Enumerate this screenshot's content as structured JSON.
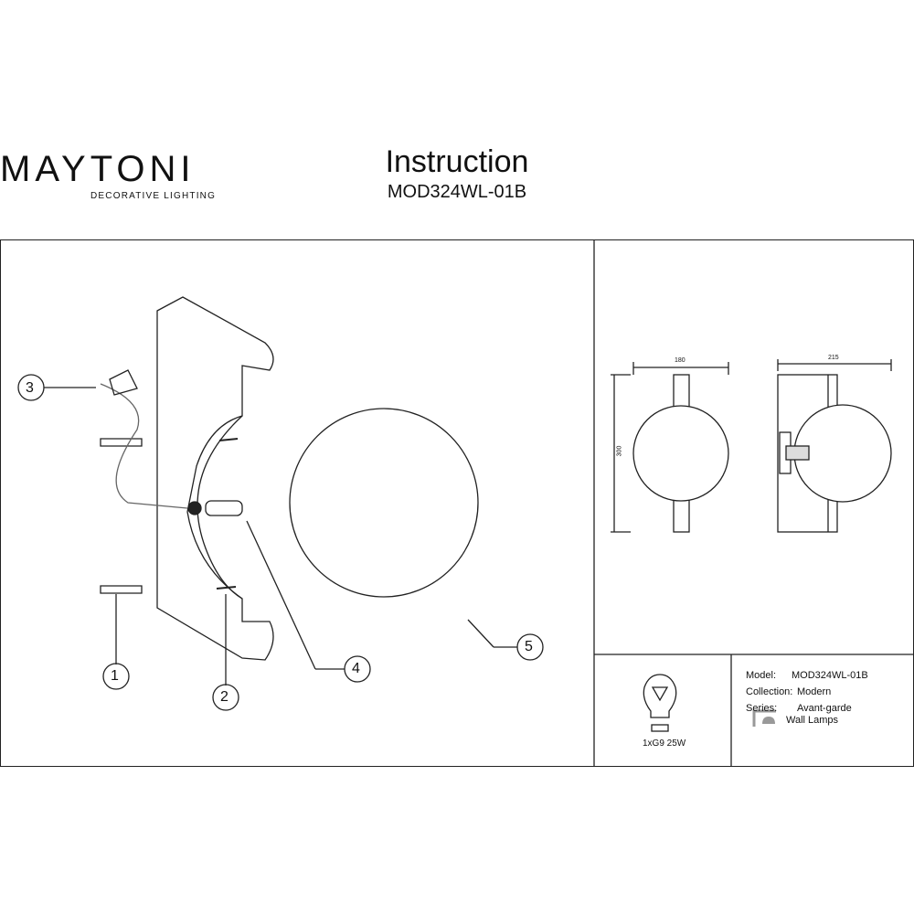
{
  "brand": {
    "name": "MAYTONI",
    "tagline": "DECORATIVE LIGHTING"
  },
  "header": {
    "title": "Instruction",
    "model": "MOD324WL-01B"
  },
  "callouts": [
    "1",
    "2",
    "3",
    "4",
    "5"
  ],
  "dimensions": {
    "front_width": "180",
    "height": "300",
    "side_width": "215"
  },
  "bulb": {
    "label": "1xG9 25W"
  },
  "specs": [
    {
      "label": "Model:",
      "value": "MOD324WL-01B"
    },
    {
      "label": "Collection:",
      "value": "Modern"
    },
    {
      "label": "Series:",
      "value": "Avant-garde"
    }
  ],
  "category": "Wall Lamps"
}
